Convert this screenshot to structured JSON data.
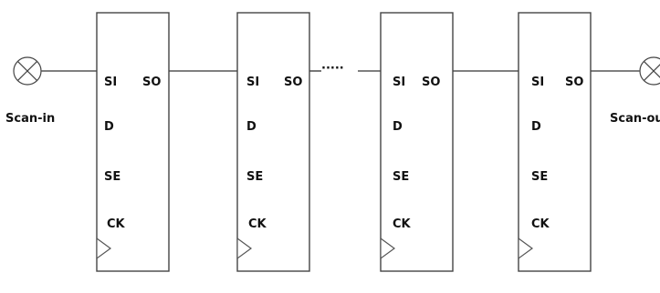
{
  "scan_in": {
    "label": "Scan-in"
  },
  "scan_out": {
    "label": "Scan-out"
  },
  "gap_marker": "·····",
  "flip_flops": [
    {
      "si": "SI",
      "so": "SO",
      "d": "D",
      "se": "SE",
      "ck": "CK"
    },
    {
      "si": "SI",
      "so": "SO",
      "d": "D",
      "se": "SE",
      "ck": "CK"
    },
    {
      "si": "SI",
      "so": "SO",
      "d": "D",
      "se": "SE",
      "ck": "CK"
    },
    {
      "si": "SI",
      "so": "SO",
      "d": "D",
      "se": "SE",
      "ck": "CK"
    }
  ]
}
